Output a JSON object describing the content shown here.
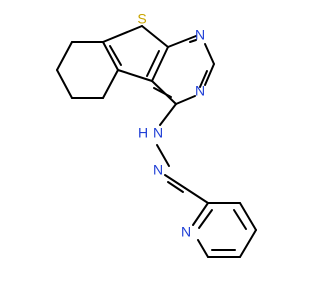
{
  "molecule": {
    "colors": {
      "bond": "#000000",
      "sulfur": "#C8A400",
      "nitrogen": "#1F3FD6",
      "background": "#ffffff"
    },
    "atoms": [
      {
        "id": "s1",
        "symbol": "S",
        "element": "sulfur"
      },
      {
        "id": "n1",
        "symbol": "N",
        "element": "nitrogen"
      },
      {
        "id": "n2",
        "symbol": "N",
        "element": "nitrogen"
      },
      {
        "id": "n3",
        "symbol": "N",
        "element": "nitrogen"
      },
      {
        "id": "h1",
        "symbol": "H",
        "element": "nitrogen"
      },
      {
        "id": "n4",
        "symbol": "N",
        "element": "nitrogen"
      },
      {
        "id": "n5",
        "symbol": "N",
        "element": "nitrogen"
      }
    ]
  }
}
